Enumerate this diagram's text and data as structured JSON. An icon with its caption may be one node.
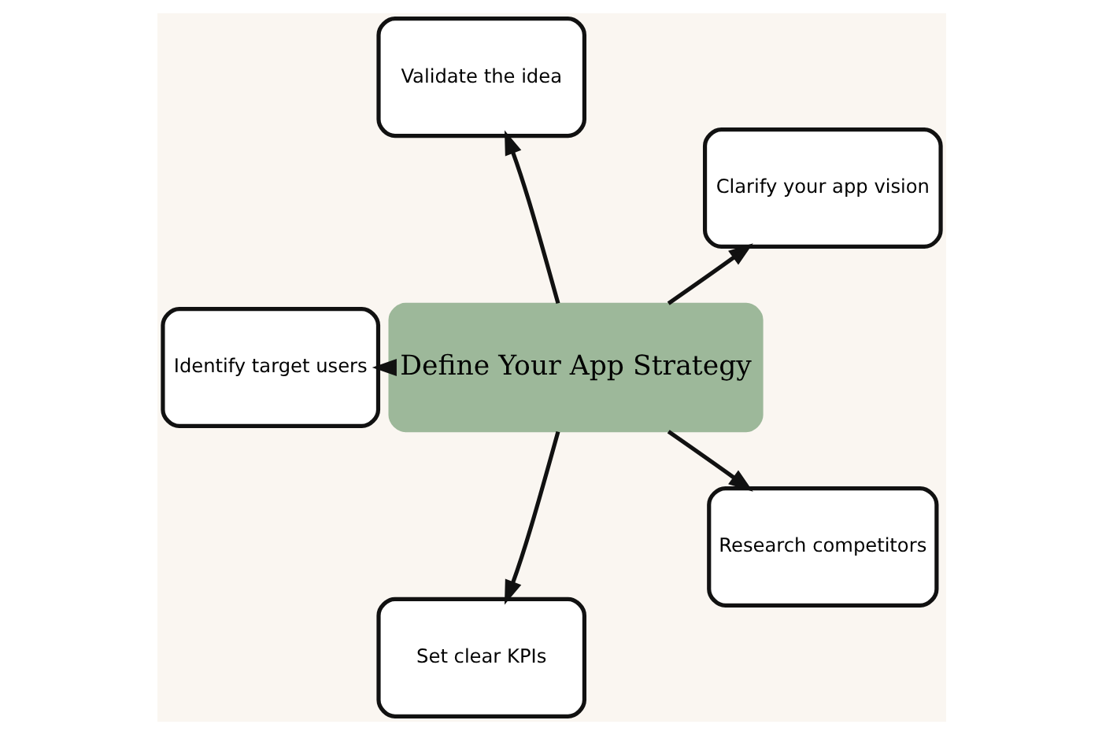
{
  "diagram": {
    "nodes": [
      {
        "text": [
          "Define Your App Strategy"
        ]
      },
      {
        "text": [
          "Clarify your app vision"
        ]
      },
      {
        "text": [
          "Validate the idea"
        ]
      },
      {
        "text": [
          "Identify target users"
        ]
      },
      {
        "text": [
          "Set clear KPIs"
        ]
      },
      {
        "text": [
          "Research competitors"
        ]
      }
    ],
    "edges": [
      {
        "from": 0,
        "to": 1,
        "arrow": "to"
      },
      {
        "from": 0,
        "to": 2,
        "arrow": "to"
      },
      {
        "from": 0,
        "to": 3,
        "arrow": "to"
      },
      {
        "from": 0,
        "to": 4,
        "arrow": "to"
      },
      {
        "from": 0,
        "to": 5,
        "arrow": "to"
      }
    ]
  }
}
